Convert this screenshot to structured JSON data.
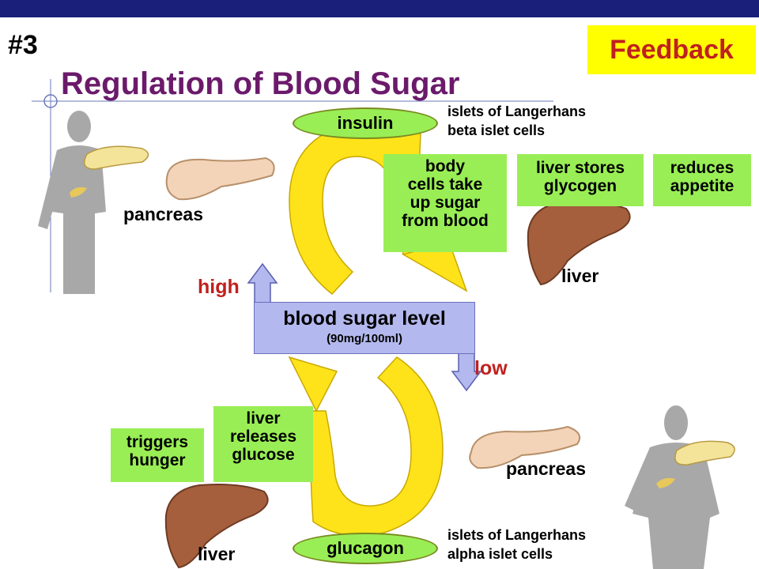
{
  "slide": {
    "number": "#3",
    "title": "Regulation of Blood Sugar",
    "tag": "Feedback",
    "colors": {
      "title": "#6b1a6b",
      "tag_bg": "#ffff00",
      "tag_text": "#c0211f",
      "box_green": "#99ee55",
      "arrow_yellow": "#ffe31a",
      "level_box": "#b3b8ee"
    }
  },
  "hormones": {
    "insulin": "insulin",
    "glucagon": "glucagon"
  },
  "cells": {
    "beta_line1": "islets of Langerhans",
    "beta_line2": "beta islet cells",
    "alpha_line1": "islets of Langerhans",
    "alpha_line2": "alpha islet cells"
  },
  "organs": {
    "pancreas_top": "pancreas",
    "pancreas_bottom": "pancreas",
    "liver_top": "liver",
    "liver_bottom": "liver"
  },
  "effects_high": {
    "body_cells": [
      "body",
      "cells take",
      "up sugar",
      "from blood"
    ],
    "liver_stores": [
      "liver stores",
      "glycogen"
    ],
    "reduces": [
      "reduces",
      "appetite"
    ]
  },
  "effects_low": {
    "liver_releases": [
      "liver",
      "releases",
      "glucose"
    ],
    "triggers": [
      "triggers",
      "hunger"
    ]
  },
  "level": {
    "label": "blood sugar level",
    "value": "(90mg/100ml)",
    "high": "high",
    "low": "low"
  },
  "icons": [
    "human-silhouette-icon",
    "pancreas-icon",
    "liver-icon",
    "up-arrow-icon",
    "down-arrow-icon",
    "cycle-arrow-icon"
  ]
}
